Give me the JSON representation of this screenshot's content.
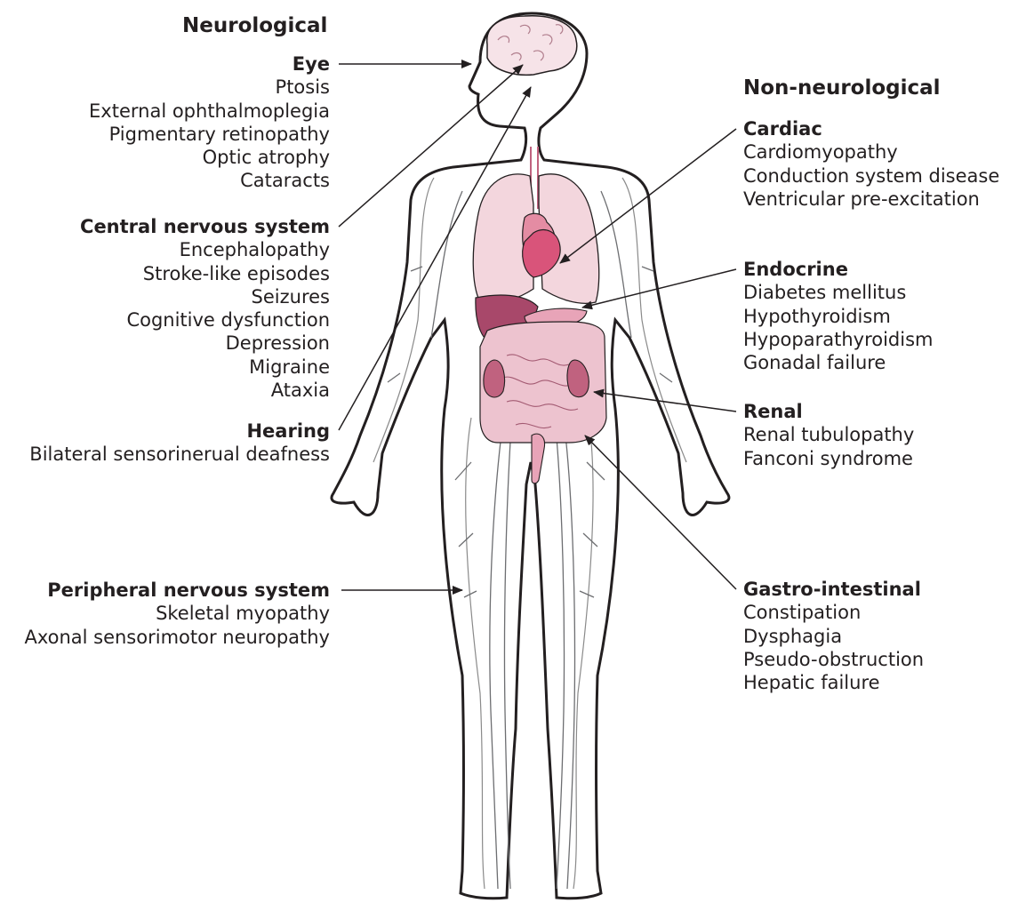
{
  "headings": {
    "neurological": "Neurological",
    "non_neurological": "Non-neurological"
  },
  "groups": {
    "eye": {
      "title": "Eye",
      "items": [
        "Ptosis",
        "External ophthalmoplegia",
        "Pigmentary retinopathy",
        "Optic atrophy",
        "Cataracts"
      ]
    },
    "cns": {
      "title": "Central nervous system",
      "items": [
        "Encephalopathy",
        "Stroke-like episodes",
        "Seizures",
        "Cognitive dysfunction",
        "Depression",
        "Migraine",
        "Ataxia"
      ]
    },
    "hearing": {
      "title": "Hearing",
      "items": [
        "Bilateral sensorinerual deafness"
      ]
    },
    "pns": {
      "title": "Peripheral nervous system",
      "items": [
        "Skeletal myopathy",
        "Axonal sensorimotor neuropathy"
      ]
    },
    "cardiac": {
      "title": "Cardiac",
      "items": [
        "Cardiomyopathy",
        "Conduction system disease",
        "Ventricular pre-excitation"
      ]
    },
    "endocrine": {
      "title": "Endocrine",
      "items": [
        "Diabetes mellitus",
        "Hypothyroidism",
        "Hypoparathyroidism",
        "Gonadal failure"
      ]
    },
    "renal": {
      "title": "Renal",
      "items": [
        "Renal tubulopathy",
        "Fanconi syndrome"
      ]
    },
    "gi": {
      "title": "Gastro-intestinal",
      "items": [
        "Constipation",
        "Dysphagia",
        "Pseudo-obstruction",
        "Hepatic failure"
      ]
    }
  },
  "colors": {
    "outline": "#231f20",
    "brain": "#f6e3e8",
    "lungs": "#f3d6dd",
    "heart": "#d9547a",
    "heart_back": "#e48ca3",
    "liver": "#a8486a",
    "organs": "#edc3cf",
    "kidney": "#c0627f",
    "stomach": "#e8a4b8"
  }
}
